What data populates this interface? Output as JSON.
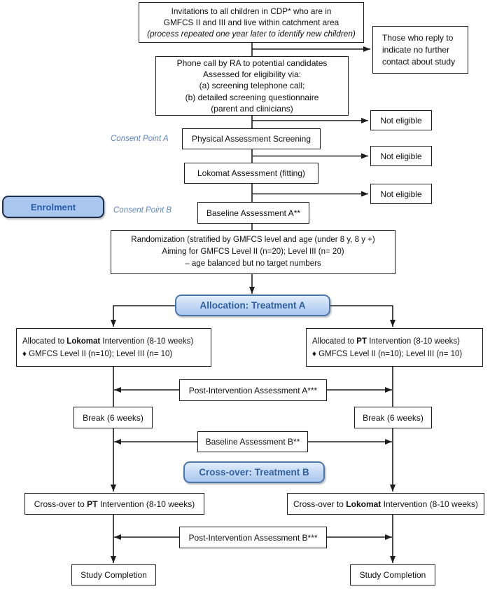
{
  "title": "Study flow diagram",
  "colors": {
    "line": "#1d1d1d",
    "box_border": "#1d1d1d",
    "consent_label_blue": "#5a87c0",
    "badge_border_blue": "#4a76ae",
    "badge_fill_light": "#e3eefb",
    "badge_fill_dark": "#a9c6ee",
    "badge_text_blue": "#2f5f9e",
    "enrol_text_blue": "#2b5cad"
  },
  "labels": {
    "consent_a": "Consent Point A",
    "consent_b": "Consent Point B",
    "enrolment": "Enrolment",
    "allocation": "Allocation: Treatment A",
    "crossover": "Cross-over: Treatment B"
  },
  "boxes": {
    "invitation": {
      "line1": "Invitations to all children in CDP* who are in",
      "line2": "GMFCS II and III and live within catchment area",
      "line3": "(process repeated one year later to identify new children)"
    },
    "reply": {
      "line1": "Those who reply to",
      "line2": "indicate no further",
      "line3": "contact about study"
    },
    "phone": {
      "line1": "Phone call by RA to potential candidates",
      "line2": "Assessed for eligibility via:",
      "line3": "(a) screening telephone call;",
      "line4": "(b) detailed screening questionnaire",
      "line5": "(parent and clinicians)"
    },
    "not_eligible_1": "Not eligible",
    "not_eligible_2": "Not eligible",
    "not_eligible_3": "Not eligible",
    "physical": "Physical Assessment Screening",
    "lokomat_fitting": "Lokomat Assessment (fitting)",
    "baseline_a": "Baseline Assessment A**",
    "randomization": {
      "line1": "Randomization (stratified by GMFCS level and age (under 8 y, 8 y +)",
      "line2": "Aiming for GMFCS Level II (n=20); Level III (n= 20)",
      "line3": "– age balanced but no target numbers"
    },
    "alloc_left": {
      "l1_pre": "Allocated to ",
      "l1_bold": "Lokomat",
      "l1_post": " Intervention (8-10 weeks)",
      "line2": "♦ GMFCS Level II (n=10); Level III (n= 10)"
    },
    "alloc_right": {
      "l1_pre": "Allocated to ",
      "l1_bold": "PT",
      "l1_post": " Intervention (8-10 weeks)",
      "line2": "♦ GMFCS Level II (n=10); Level III (n= 10)"
    },
    "post_a": "Post-Intervention Assessment A***",
    "break_left": "Break (6 weeks)",
    "break_right": "Break (6 weeks)",
    "baseline_b": "Baseline Assessment B**",
    "cross_left": {
      "l1_pre": "Cross-over to ",
      "l1_bold": "PT",
      "l1_post": " Intervention (8-10 weeks)"
    },
    "cross_right": {
      "l1_pre": "Cross-over to ",
      "l1_bold": "Lokomat",
      "l1_post": " Intervention (8-10 weeks)"
    },
    "post_b": "Post-Intervention Assessment B***",
    "study_left": "Study Completion",
    "study_right": "Study Completion"
  }
}
